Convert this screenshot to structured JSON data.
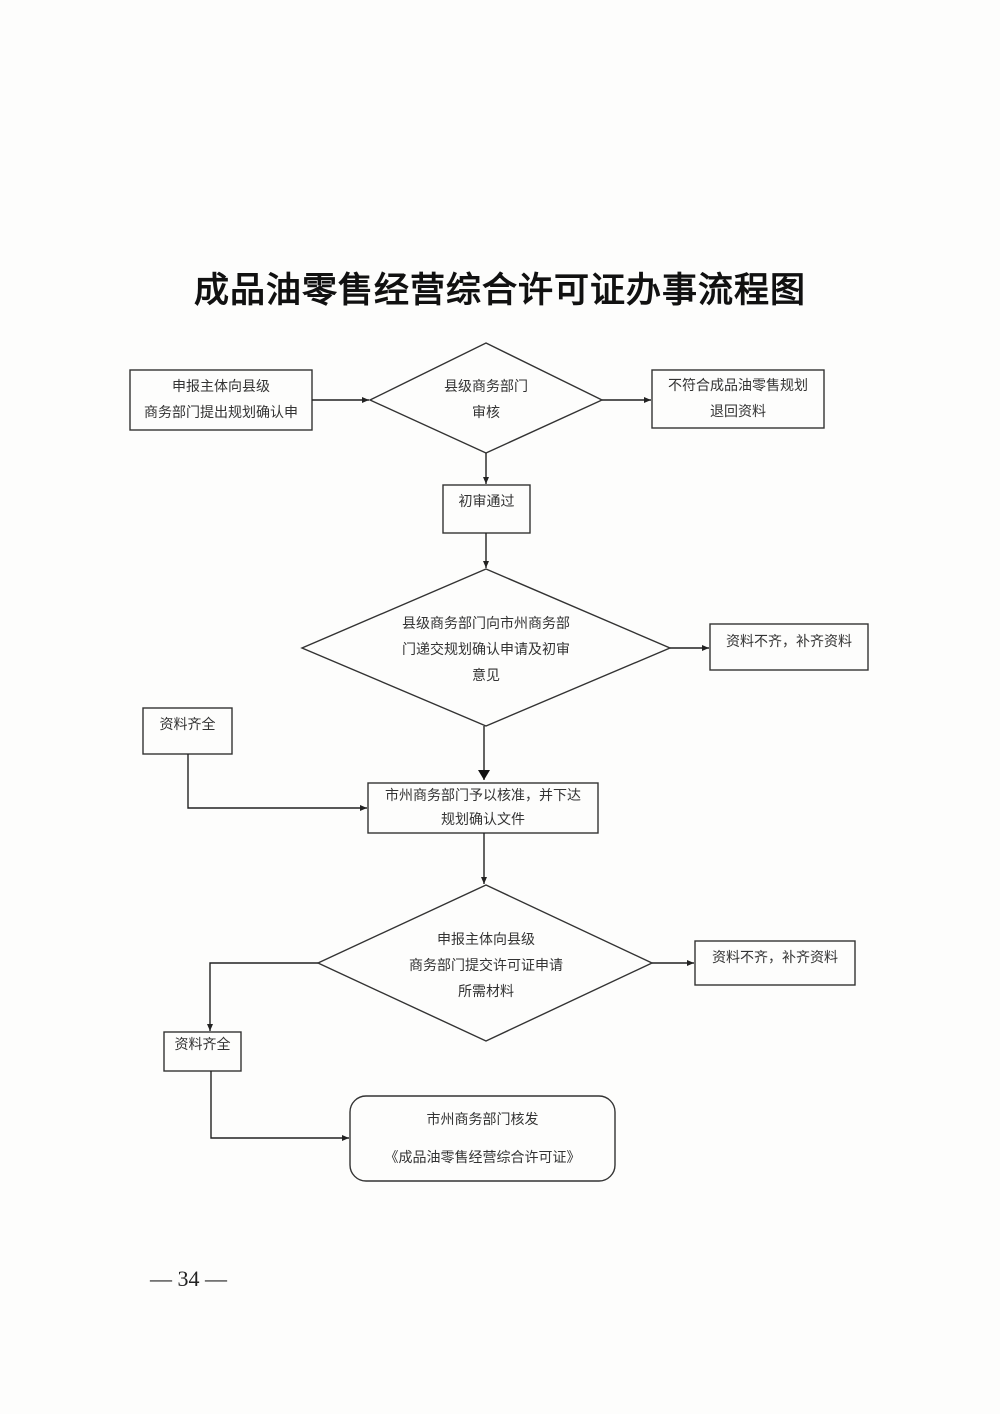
{
  "title": "成品油零售经营综合许可证办事流程图",
  "nodes": {
    "apply_plan": {
      "lines": [
        "申报主体向县级",
        "商务部门提出规划确认申"
      ]
    },
    "county_review": {
      "lines": [
        "县级商务部门",
        "审核"
      ]
    },
    "reject": {
      "lines": [
        "不符合成品油零售规划",
        "退回资料"
      ]
    },
    "prelim_pass": {
      "lines": [
        "初审通过"
      ]
    },
    "submit_city": {
      "lines": [
        "县级商务部门向市州商务部",
        "门递交规划确认申请及初审",
        "意见"
      ]
    },
    "supplement_1": {
      "lines": [
        "资料不齐，补齐资料"
      ]
    },
    "complete_1": {
      "lines": [
        "资料齐全"
      ]
    },
    "city_approve": {
      "lines": [
        "市州商务部门予以核准，并下达",
        "规划确认文件"
      ]
    },
    "submit_license": {
      "lines": [
        "申报主体向县级",
        "商务部门提交许可证申请",
        "所需材料"
      ]
    },
    "supplement_2": {
      "lines": [
        "资料不齐，补齐资料"
      ]
    },
    "complete_2": {
      "lines": [
        "资料齐全"
      ]
    },
    "issue_license": {
      "lines": [
        "市州商务部门核发",
        "《成品油零售经营综合许可证》"
      ]
    }
  },
  "page_number": "— 34 —"
}
